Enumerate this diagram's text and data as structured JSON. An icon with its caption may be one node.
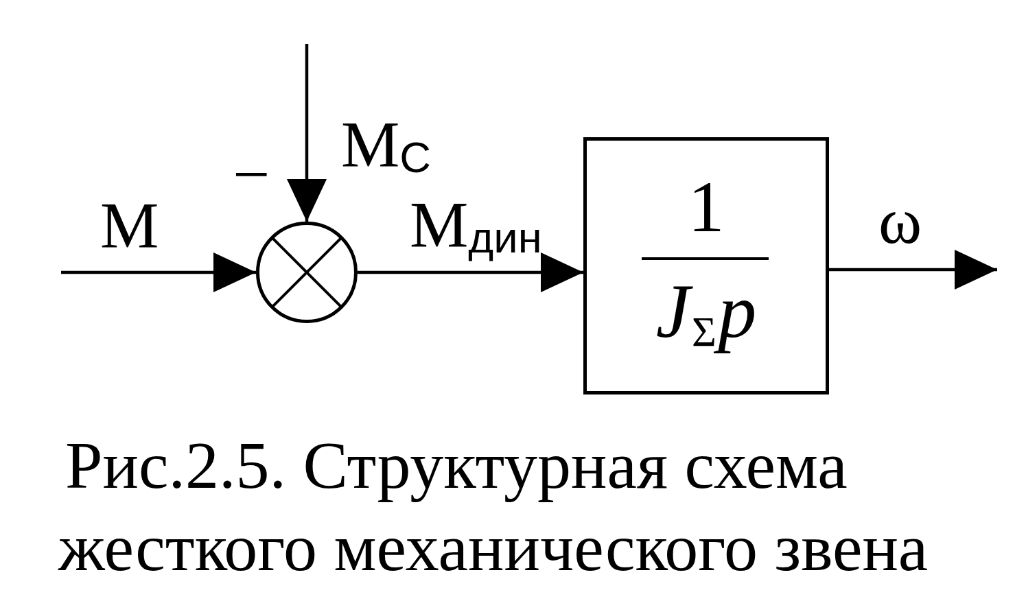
{
  "diagram": {
    "caption": "Рис.2.5. Структурная схема жесткого механического звена",
    "nodes": [
      {
        "text": [],
        "shape": "circle",
        "beside": [
          "−"
        ]
      },
      {
        "text": [
          "1",
          "*J*$_{Σ}$*p*"
        ]
      }
    ],
    "edges": [
      {
        "from": null,
        "to": 0,
        "arrow": "to",
        "label": "М"
      },
      {
        "from": null,
        "to": 0,
        "arrow": "to",
        "label": "М$_{С}$"
      },
      {
        "from": 0,
        "to": 1,
        "arrow": "to",
        "label": "М$_{дин}$"
      },
      {
        "from": 1,
        "to": null,
        "arrow": "to",
        "label": "ω"
      }
    ]
  }
}
